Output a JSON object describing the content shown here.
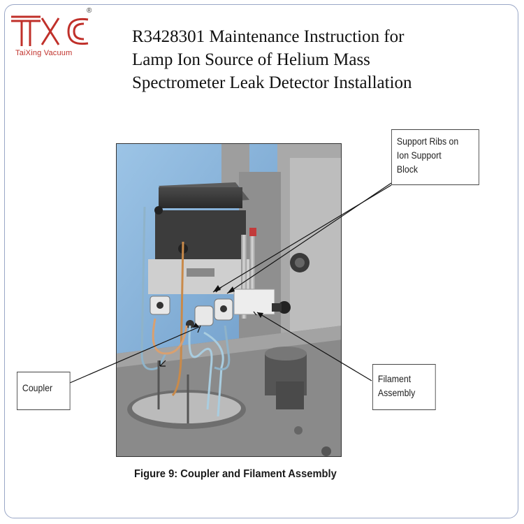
{
  "logo": {
    "mark": "TXC",
    "brand": "TaiXing Vacuum",
    "registered": "®",
    "color": "#c0302a"
  },
  "header": {
    "title_lines": [
      "R3428301 Maintenance Instruction for",
      "Lamp Ion Source of Helium Mass",
      "Spectrometer Leak Detector Installation"
    ]
  },
  "callouts": {
    "support_ribs": [
      "Support Ribs on",
      "Ion Support",
      "Block"
    ],
    "coupler": "Coupler",
    "filament": [
      "Filament",
      "Assembly"
    ]
  },
  "figure": {
    "caption": "Figure 9: Coupler and Filament Assembly"
  }
}
